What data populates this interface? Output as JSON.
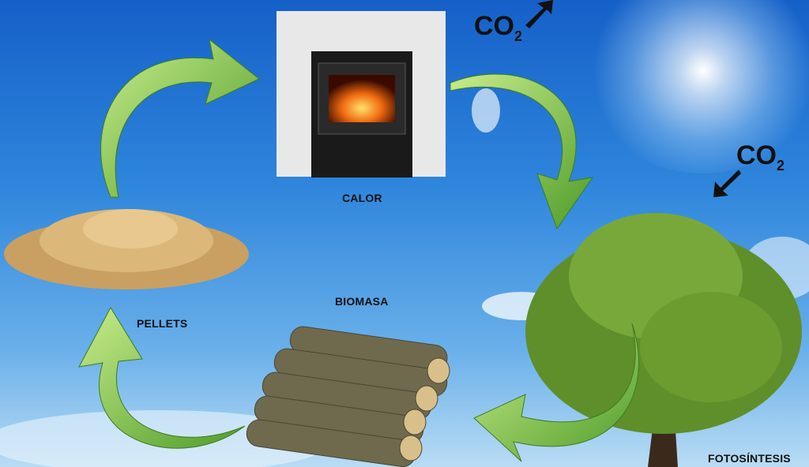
{
  "labels": {
    "co2_top": "CO",
    "co2_top_sub": "2",
    "co2_right": "CO",
    "co2_right_sub": "2",
    "calor": "CALOR",
    "pellets": "PELLETS",
    "biomasa": "BIOMASA",
    "fotosintesis": "FOTOSÍNTESIS"
  },
  "colors": {
    "arrow_green": "#7cc241",
    "sky": "#2f86dc",
    "stove_frame": "#e8e8e8"
  },
  "icons": [
    "co2-emission-arrow",
    "co2-absorption-arrow",
    "cycle-arrow"
  ]
}
